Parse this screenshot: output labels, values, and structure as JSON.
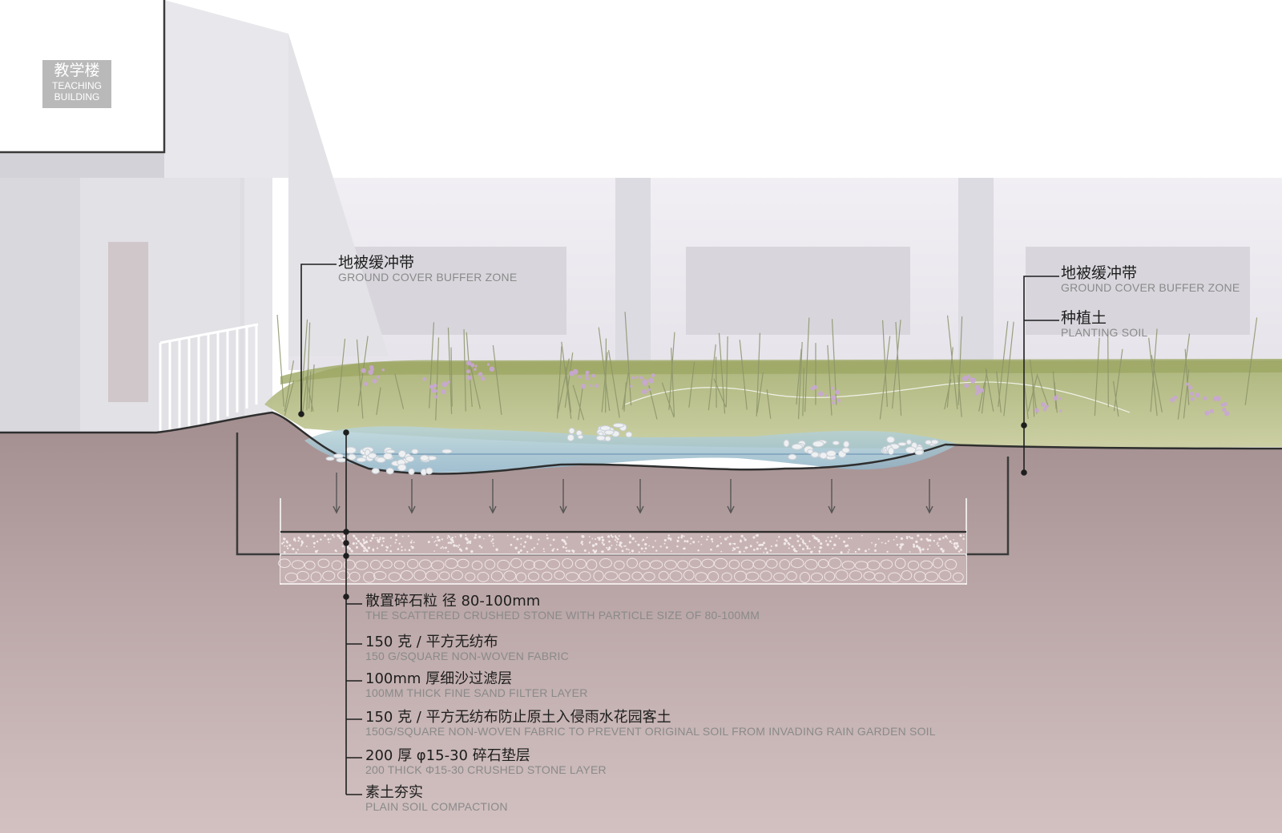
{
  "building_sign": {
    "cn": "教学楼",
    "en_1": "TEACHING",
    "en_2": "BUILDING"
  },
  "upper_labels": [
    {
      "cn": "地被缓冲带",
      "en": "GROUND COVER BUFFER ZONE"
    },
    {
      "cn": "地被缓冲带",
      "en": "GROUND COVER BUFFER ZONE"
    },
    {
      "cn": "种植土",
      "en": "PLANTING SOIL"
    }
  ],
  "layer_labels": [
    {
      "cn": "散置碎石粒 径 80-100mm",
      "en": "THE SCATTERED CRUSHED STONE WITH PARTICLE SIZE OF 80-100MM"
    },
    {
      "cn": "150 克 / 平方无纺布",
      "en": "150 G/SQUARE NON-WOVEN FABRIC"
    },
    {
      "cn": "100mm 厚细沙过滤层",
      "en": "100MM THICK FINE SAND FILTER LAYER"
    },
    {
      "cn": "150 克 / 平方无纺布防止原土入侵雨水花园客土",
      "en": "150G/SQUARE NON-WOVEN FABRIC TO PREVENT ORIGINAL SOIL FROM INVADING RAIN GARDEN SOIL"
    },
    {
      "cn": "200 厚 φ15-30 碎石垫层",
      "en": "200 THICK Φ15-30 CRUSHED STONE LAYER"
    },
    {
      "cn": "素土夯实",
      "en": "PLAIN SOIL COMPACTION"
    }
  ],
  "colors": {
    "soil": "#b7a0a1",
    "soil_light": "#cdb8b8",
    "grass": "#b9bf8e",
    "water": "#a8c8d2",
    "building": "#e1e1e4",
    "wall": "#eceaf0",
    "flower": "#c9a6d6"
  }
}
